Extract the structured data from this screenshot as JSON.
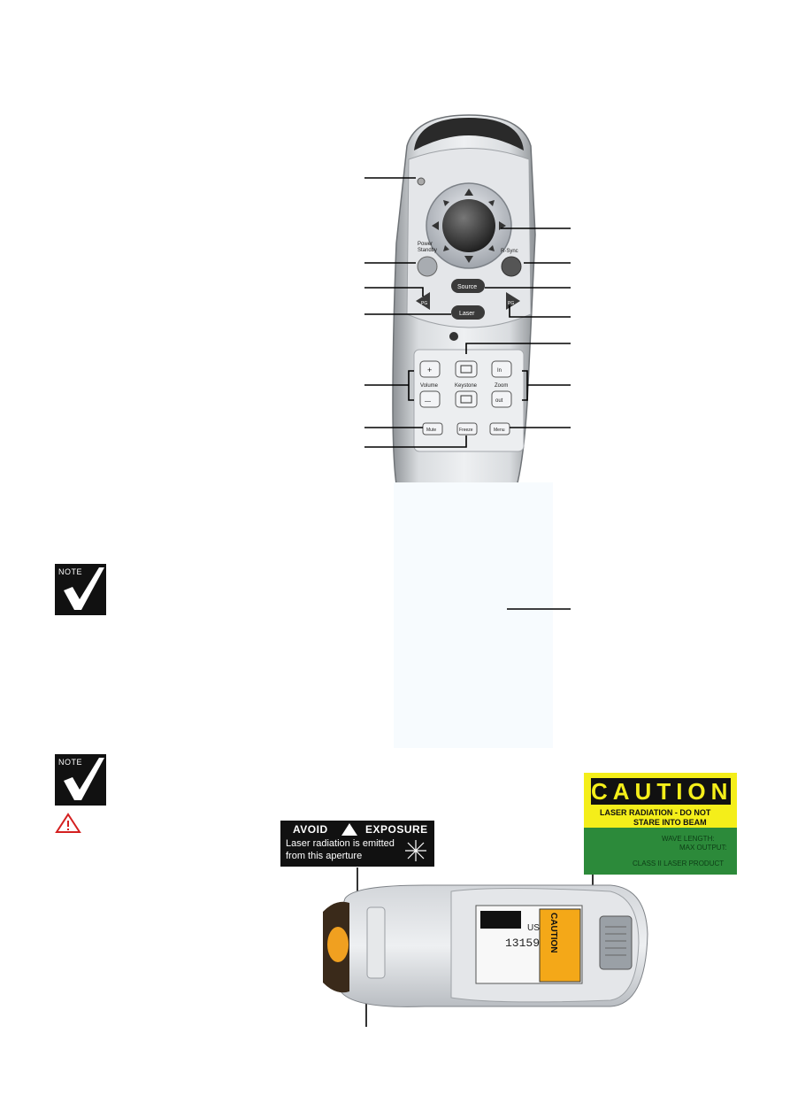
{
  "note_icon_text": "NOTE",
  "remote": {
    "power_label_line1": "Power",
    "power_label_line2": "Standby",
    "resync_label": "R-Sync",
    "source_label": "Source",
    "laser_label": "Laser",
    "pgup_label": "PG",
    "pgdn_label": "PG",
    "volume_label": "Volume",
    "keystone_label": "Keystone",
    "zoom_label": "Zoom",
    "vol_plus": "+",
    "vol_minus": "—",
    "zoom_in": "In",
    "zoom_out": "out",
    "mute_label": "Mute",
    "freeze_label": "Freeze",
    "menu_label": "Menu"
  },
  "labels": {
    "avoid_exposure_line1_a": "AVOID",
    "avoid_exposure_line1_b": "EXPOSURE",
    "avoid_exposure_line2": "Laser radiation is emitted",
    "avoid_exposure_line3": "from this aperture",
    "caution_title": "CAUTION",
    "caution_line1": "LASER RADIATION - DO NOT",
    "caution_line2": "STARE INTO BEAM",
    "wavelength_label": "WAVE LENGTH:",
    "max_output_label": "MAX OUTPUT:",
    "class_label": "CLASS II LASER PRODUCT",
    "sticker_caution": "CAUTION",
    "serial_digits": "13159",
    "country": "USA"
  },
  "colors": {
    "caution_yellow": "#f4ee1a",
    "laser_green": "#2c8a3a",
    "warning_red": "#d42020",
    "remote_body": "#c9ccd0"
  }
}
